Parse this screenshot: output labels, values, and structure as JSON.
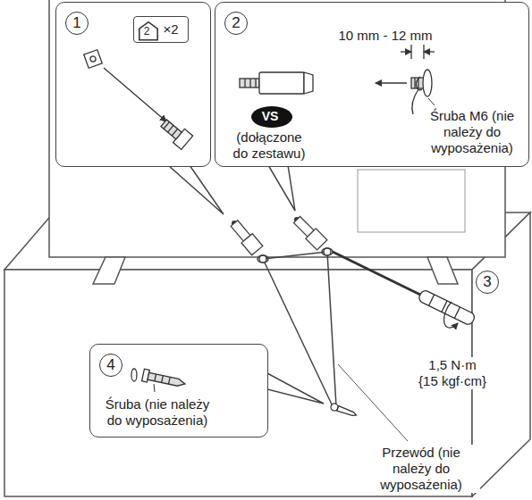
{
  "diagram": {
    "nodes": [
      {
        "text": [
          "1"
        ]
      },
      {
        "text": [
          "×2"
        ],
        "in": 0
      },
      {
        "text": [
          "2"
        ],
        "in": 1
      },
      {
        "text": [
          "2",
          "10 mm - 12 mm",
          "(dołączone do zestawu)",
          "Śruba M6 (nie należy do wyposażenia)"
        ]
      },
      {
        "text": [
          "VS"
        ],
        "in": 3
      },
      {
        "text": [
          "4",
          "Śruba (nie należy do wyposażenia)"
        ]
      }
    ],
    "labels": [
      "3",
      "1,5 N·m {15 kgf·cm}",
      "Przewód (nie należy do wyposażenia)"
    ]
  }
}
